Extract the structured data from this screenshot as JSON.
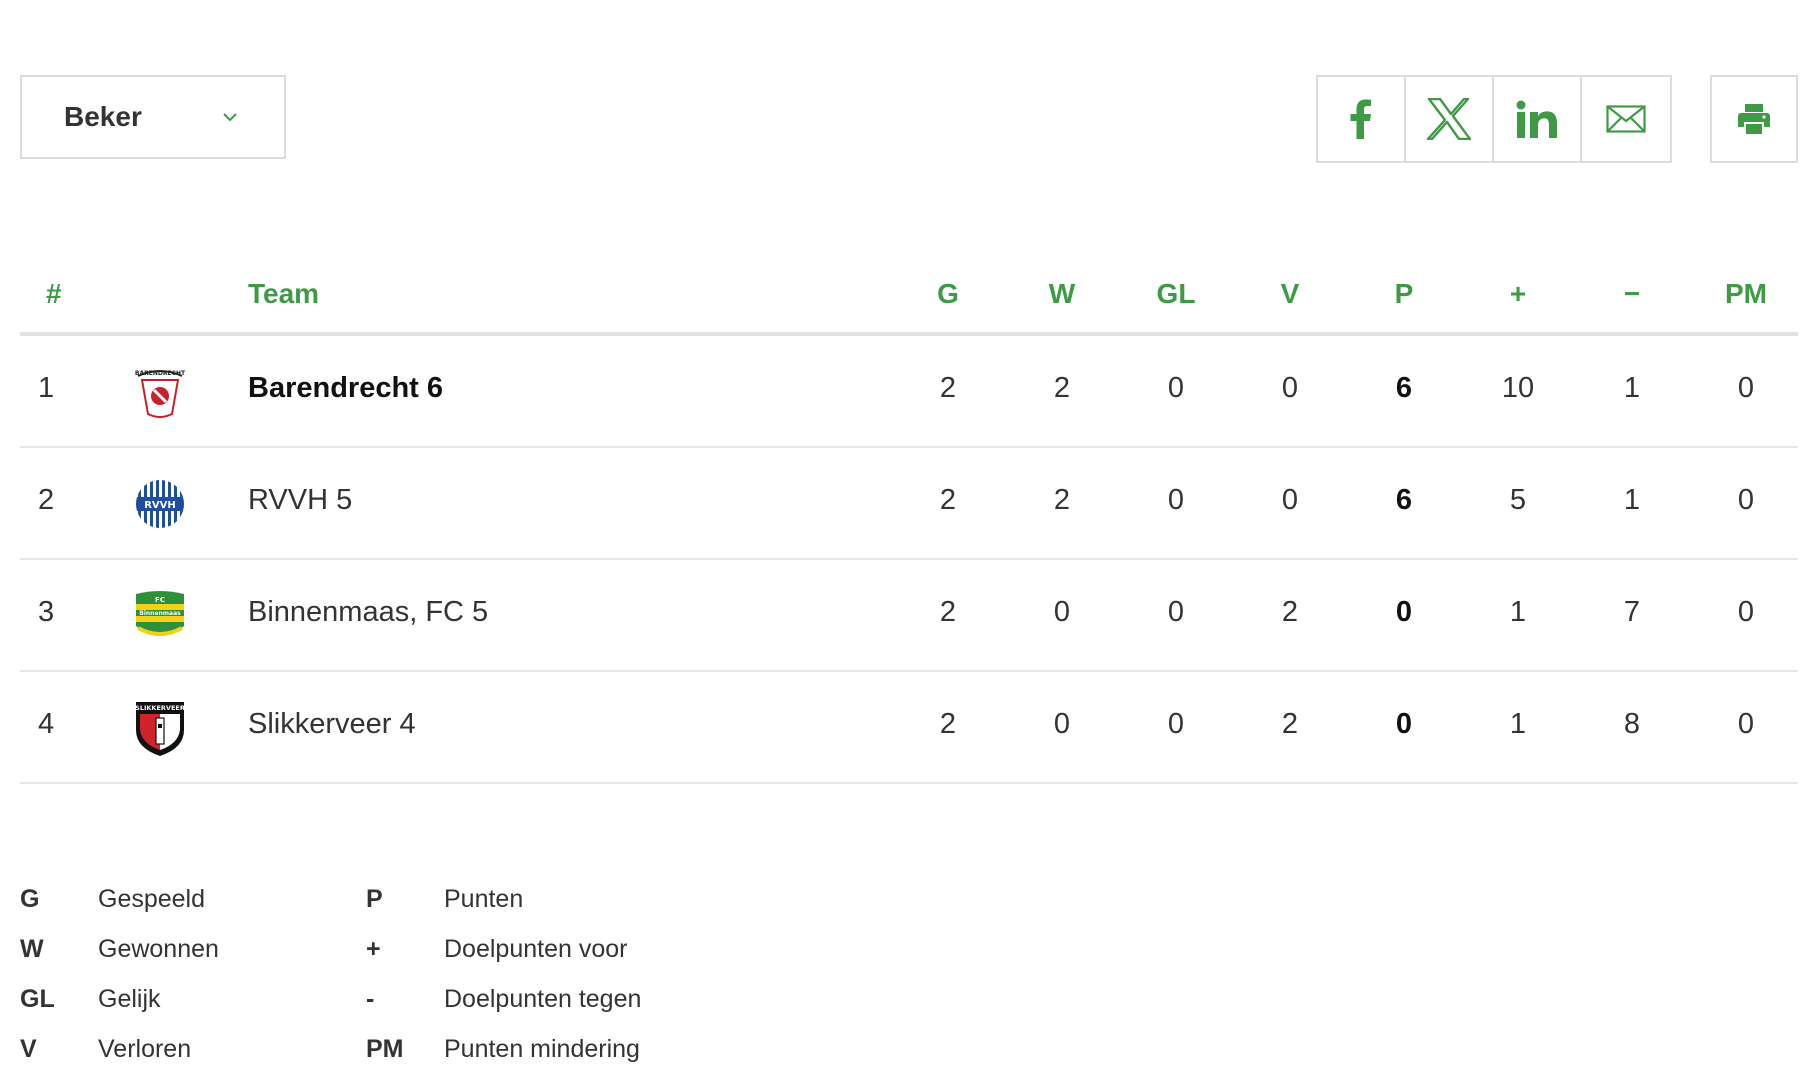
{
  "filter": {
    "selected": "Beker"
  },
  "share": {
    "items": [
      {
        "icon": "facebook-icon"
      },
      {
        "icon": "x-icon"
      },
      {
        "icon": "linkedin-icon"
      },
      {
        "icon": "mail-icon"
      }
    ],
    "print_icon": "print-icon"
  },
  "colors": {
    "accent": "#3e9a45",
    "border": "#dcdcdc"
  },
  "table": {
    "headers": {
      "rank": "#",
      "team": "Team",
      "g": "G",
      "w": "W",
      "gl": "GL",
      "v": "V",
      "p": "P",
      "plus": "+",
      "minus": "−",
      "pm": "PM"
    },
    "rows": [
      {
        "rank": "1",
        "team": "Barendrecht 6",
        "logo": "barendrecht-logo",
        "g": "2",
        "w": "2",
        "gl": "0",
        "v": "0",
        "p": "6",
        "plus": "10",
        "minus": "1",
        "pm": "0"
      },
      {
        "rank": "2",
        "team": "RVVH 5",
        "logo": "rvvh-logo",
        "g": "2",
        "w": "2",
        "gl": "0",
        "v": "0",
        "p": "6",
        "plus": "5",
        "minus": "1",
        "pm": "0"
      },
      {
        "rank": "3",
        "team": "Binnenmaas, FC 5",
        "logo": "binnenmaas-logo",
        "g": "2",
        "w": "0",
        "gl": "0",
        "v": "2",
        "p": "0",
        "plus": "1",
        "minus": "7",
        "pm": "0"
      },
      {
        "rank": "4",
        "team": "Slikkerveer 4",
        "logo": "slikkerveer-logo",
        "g": "2",
        "w": "0",
        "gl": "0",
        "v": "2",
        "p": "0",
        "plus": "1",
        "minus": "8",
        "pm": "0"
      }
    ]
  },
  "legend": {
    "left": [
      {
        "abbr": "G",
        "text": "Gespeeld"
      },
      {
        "abbr": "W",
        "text": "Gewonnen"
      },
      {
        "abbr": "GL",
        "text": "Gelijk"
      },
      {
        "abbr": "V",
        "text": "Verloren"
      }
    ],
    "right": [
      {
        "abbr": "P",
        "text": "Punten"
      },
      {
        "abbr": "+",
        "text": "Doelpunten voor"
      },
      {
        "abbr": "-",
        "text": "Doelpunten tegen"
      },
      {
        "abbr": "PM",
        "text": "Punten mindering"
      }
    ]
  }
}
